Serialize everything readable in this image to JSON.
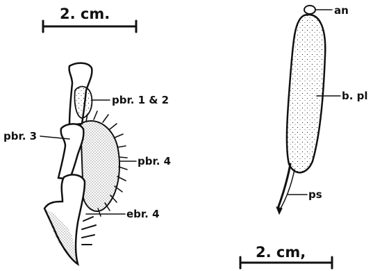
{
  "left_figure": {
    "scale_bar": {
      "label": "2. cm."
    },
    "labels": {
      "pbr12": "pbr. 1 & 2",
      "pbr3": "pbr. 3",
      "pbr4": "pbr. 4",
      "ebr4": "ebr. 4"
    }
  },
  "right_figure": {
    "scale_bar": {
      "label": "2. cm,"
    },
    "labels": {
      "an": "an",
      "bpl": "b. pl",
      "ps": "ps"
    }
  }
}
